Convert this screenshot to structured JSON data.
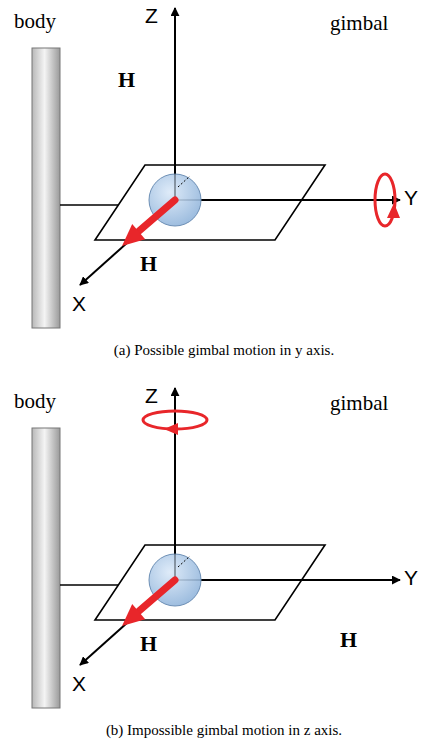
{
  "diagram": {
    "labels": [
      "body",
      "Z",
      "gimbal",
      "H",
      "Y",
      "H",
      "X",
      "(a) Possible gimbal motion in y axis.",
      "body",
      "Z",
      "gimbal",
      "Y",
      "H",
      "X",
      "H",
      "(b) Impossible gimbal motion in z axis."
    ]
  }
}
